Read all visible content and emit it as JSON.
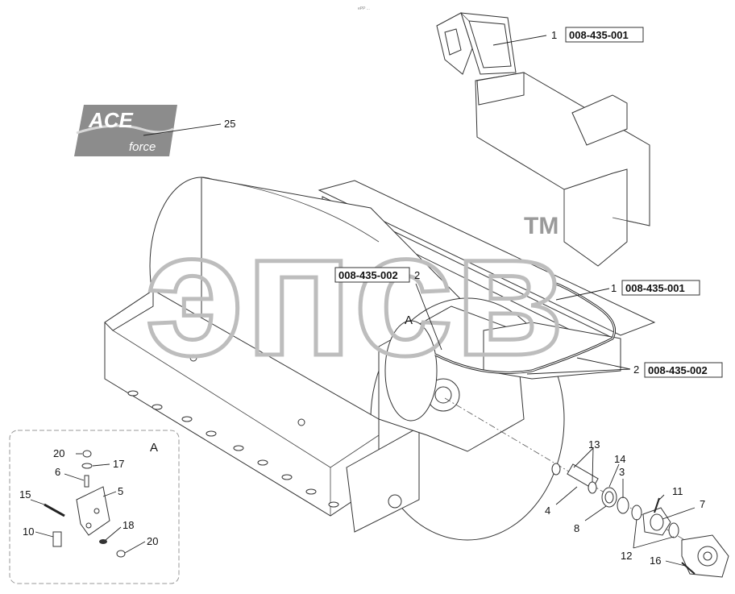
{
  "header": {
    "tiny_label": "ePP ..."
  },
  "logo": {
    "brand": "ACE",
    "sub": "force"
  },
  "watermark": {
    "text": "эпсв",
    "tm": "TM"
  },
  "detail_view": {
    "label": "A"
  },
  "main_view": {
    "label": "A"
  },
  "callouts": {
    "c1_top": "1",
    "ref1_top": "008-435-001",
    "c25": "25",
    "ref2_left": "008-435-002",
    "c2_left": "2",
    "c1_mid": "1",
    "ref1_mid": "008-435-001",
    "c2_right": "2",
    "ref2_right": "008-435-002",
    "c13": "13",
    "c14": "14",
    "c3": "3",
    "c11": "11",
    "c7": "7",
    "c4": "4",
    "c8": "8",
    "c12": "12",
    "c16": "16",
    "d20a": "20",
    "d17": "17",
    "d6": "6",
    "d5": "5",
    "d15": "15",
    "d10": "10",
    "d18": "18",
    "d20b": "20"
  }
}
